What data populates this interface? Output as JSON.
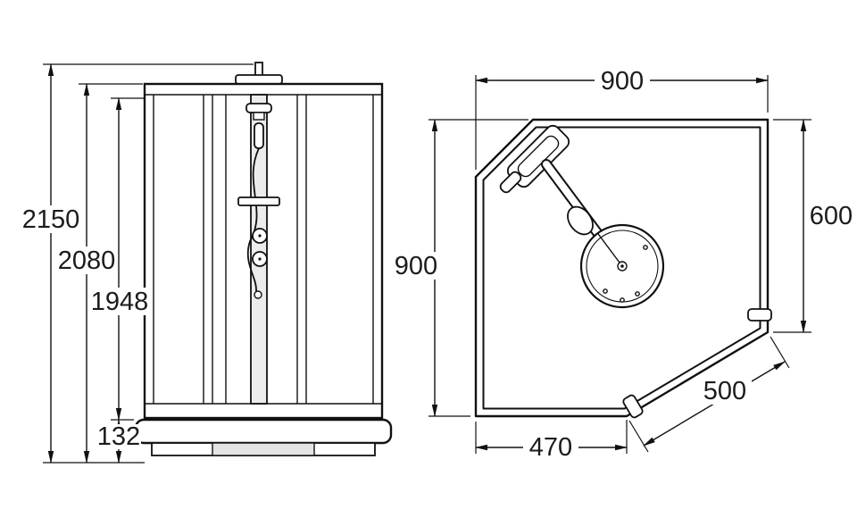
{
  "drawing_title": "shower-enclosure-dimension-drawing",
  "front_view": {
    "dim_total_height": "2150",
    "dim_cabin_height": "2080",
    "dim_inner_height": "1948",
    "dim_tray_height": "132"
  },
  "plan_view": {
    "dim_width": "900",
    "dim_depth": "900",
    "dim_right_panel": "600",
    "dim_door": "500",
    "dim_front_panel": "470"
  },
  "colors": {
    "line": "#111111",
    "text": "#1c1c1c",
    "background": "#ffffff"
  }
}
